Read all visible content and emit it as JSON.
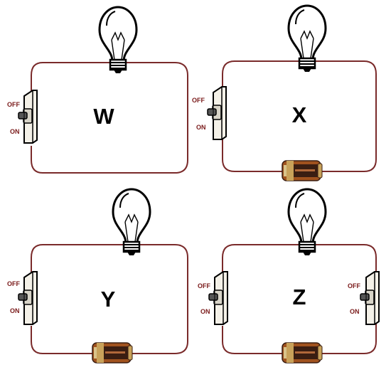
{
  "colors": {
    "wire": "#7a2a2a",
    "switch_label": "#7a1a1a",
    "battery_body": "#a0521e",
    "battery_band": "#3a1e12",
    "battery_cap": "#c8a25a"
  },
  "switch_labels": {
    "off": "OFF",
    "on": "ON"
  },
  "circuits": [
    {
      "id": "w",
      "label": "W",
      "bulb": true,
      "battery": false,
      "switches": 1
    },
    {
      "id": "x",
      "label": "X",
      "bulb": true,
      "battery": true,
      "switches": 1
    },
    {
      "id": "y",
      "label": "Y",
      "bulb": true,
      "battery": true,
      "switches": 1
    },
    {
      "id": "z",
      "label": "Z",
      "bulb": true,
      "battery": true,
      "switches": 2
    }
  ]
}
